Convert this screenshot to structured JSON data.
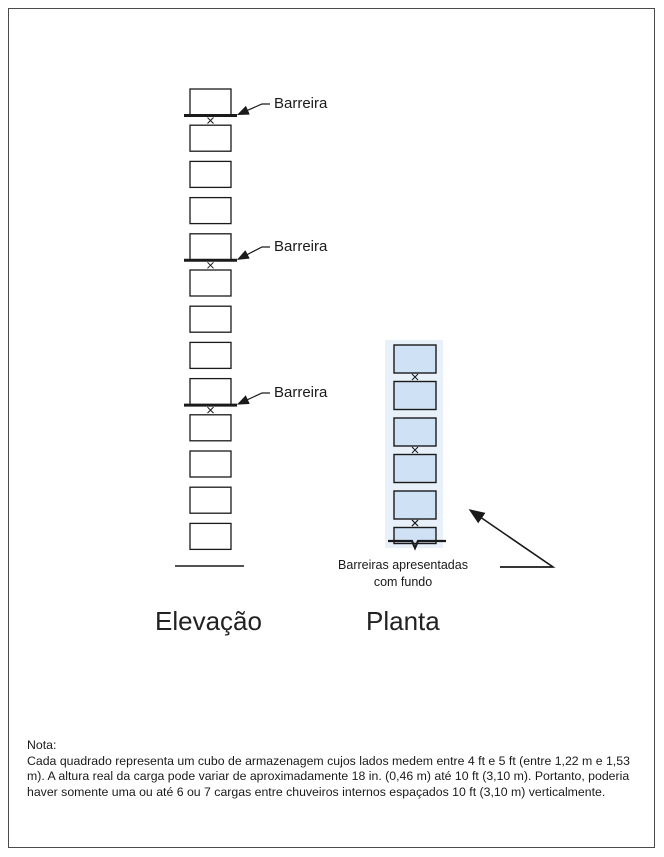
{
  "labels": {
    "barrier": "Barreira",
    "plan_note_line1": "Barreiras apresentadas",
    "plan_note_line2": "com fundo"
  },
  "captions": {
    "elevation": "Elevação",
    "plan": "Planta"
  },
  "note": {
    "heading": "Nota:",
    "text": "Cada quadrado representa um cubo de armazenagem cujos lados medem entre 4 ft e 5 ft (entre 1,22 m e 1,53 m). A altura real da carga pode variar de aproximadamente 18 in. (0,46 m) até 10 ft (3,10 m). Portanto, poderia haver somente uma ou até 6 ou 7 cargas entre chuveiros internos espaçados 10 ft (3,10 m) verticalmente."
  },
  "colors": {
    "plan_box_fill": "#cfe2f5",
    "plan_background": "#e8f1fa",
    "line": "#1a1a1a"
  },
  "elevation": {
    "box_count": 13,
    "barrier_box_indices": [
      0,
      4,
      8
    ]
  },
  "plan": {
    "box_count": 6
  }
}
